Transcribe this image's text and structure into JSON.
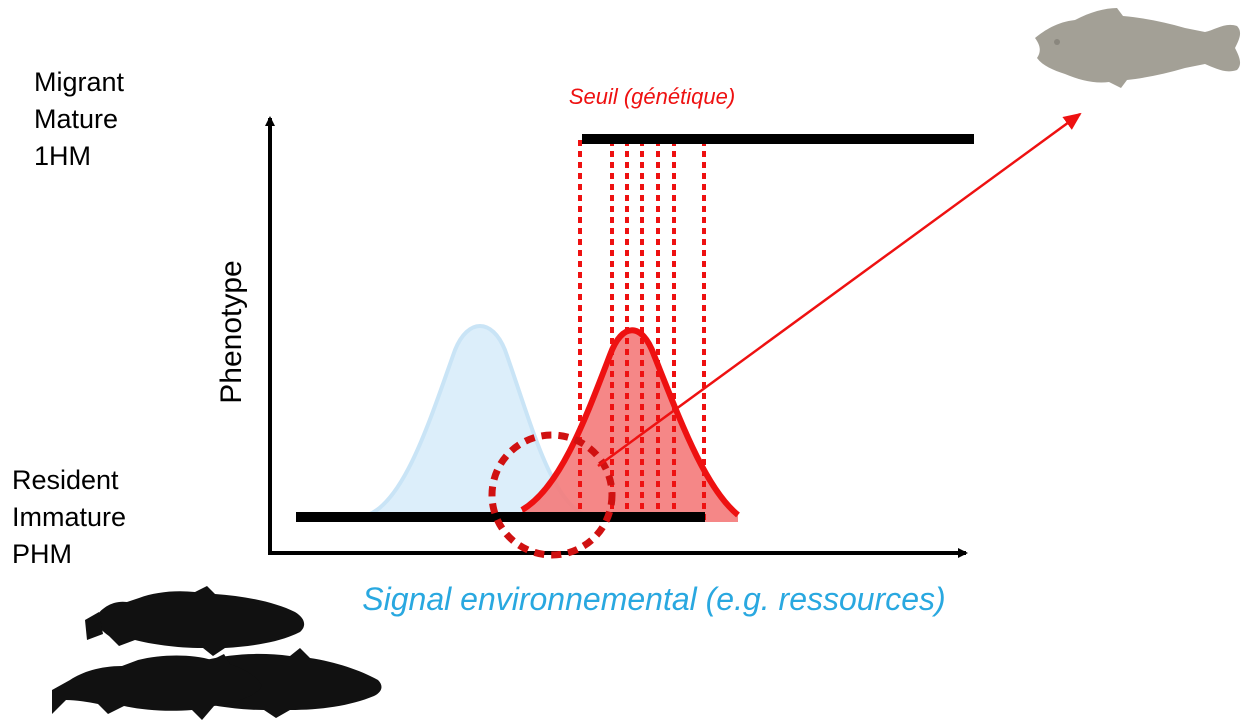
{
  "top_state": {
    "lines": [
      "Migrant",
      "Mature",
      "1HM"
    ]
  },
  "bottom_state": {
    "lines": [
      "Resident",
      "Immature",
      "PHM"
    ]
  },
  "axes": {
    "ylabel": "Phenotype",
    "xlabel": "Signal environnemental (e.g. ressources)"
  },
  "threshold_label": "Seuil (génétique)",
  "icons": {
    "migrant_fish": "trout-silhouette-grey-icon",
    "resident_fish": "trout-group-silhouette-black-icon"
  },
  "colors": {
    "threshold_red": "#ee1111",
    "signal_blue": "#29a8e0",
    "baseline_dist": "#dceefa",
    "migrant_fish": "#a3a096",
    "resident_fish": "#111111"
  }
}
